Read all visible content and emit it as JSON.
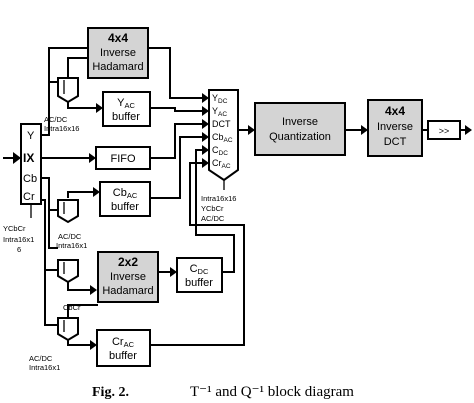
{
  "caption": {
    "fig_label": "Fig. 2.",
    "title": "T⁻¹ and Q⁻¹ block diagram"
  },
  "input": {
    "label": "IX"
  },
  "demux_left": {
    "ports": [
      "Y",
      "IX",
      "Cb",
      "Cr"
    ],
    "footer": [
      "YCbCr",
      "Intra16x1",
      "6"
    ]
  },
  "blocks": {
    "hadamard4": [
      "4x4",
      "Inverse",
      "Hadamard"
    ],
    "yac_buffer": [
      "Y",
      "AC",
      "buffer"
    ],
    "fifo": "FIFO",
    "cbac_buffer": [
      "Cb",
      "AC",
      "buffer"
    ],
    "hadamard2": [
      "2x2",
      "Inverse",
      "Hadamard"
    ],
    "cdc_buffer": [
      "C",
      "DC",
      "buffer"
    ],
    "crac_buffer": [
      "Cr",
      "AC",
      "buffer"
    ],
    "inv_quant": [
      "Inverse",
      "Quantization"
    ],
    "idct": [
      "4x4",
      "Inverse",
      "DCT"
    ],
    "shift": ">>"
  },
  "muxes": {
    "m1": [
      "AC/DC",
      "Intra16x16"
    ],
    "m2": [
      "AC/DC",
      "Intra16x1"
    ],
    "m3": "CbCr",
    "m4": [
      "AC/DC",
      "Intra16x1"
    ]
  },
  "mux_center": {
    "ports": [
      [
        "Y",
        "DC"
      ],
      [
        "Y",
        "AC"
      ],
      [
        "DCT",
        ""
      ],
      [
        "Cb",
        "AC"
      ],
      [
        "C",
        "DC"
      ],
      [
        "Cr",
        "AC"
      ]
    ],
    "footer": [
      "Intra16x16",
      "YCbCr",
      "AC/DC"
    ]
  }
}
